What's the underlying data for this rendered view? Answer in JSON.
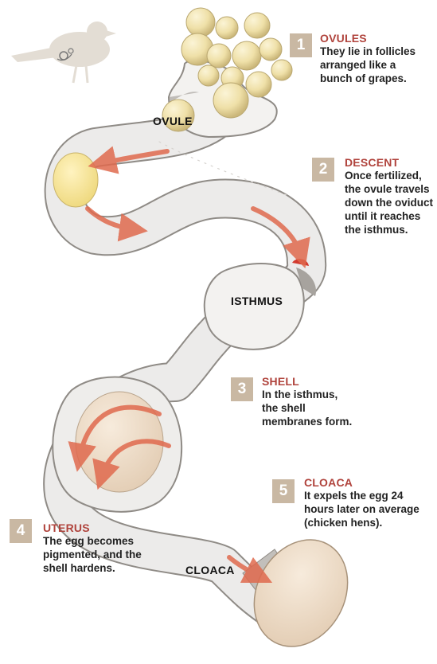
{
  "steps": [
    {
      "number": "1",
      "title": "OVULES",
      "body": [
        "They lie in follicles",
        "arranged like a",
        "bunch of grapes."
      ]
    },
    {
      "number": "2",
      "title": "DESCENT",
      "body": [
        "Once fertilized,",
        "the ovule travels",
        "down the oviduct",
        "until it reaches",
        "the isthmus."
      ]
    },
    {
      "number": "3",
      "title": "SHELL",
      "body": [
        "In the isthmus,",
        "the shell",
        "membranes form."
      ]
    },
    {
      "number": "4",
      "title": "UTERUS",
      "body": [
        "The egg becomes",
        "pigmented, and the",
        "shell hardens."
      ]
    },
    {
      "number": "5",
      "title": "CLOACA",
      "body": [
        "It expels the egg 24",
        "hours later on average",
        "(chicken hens)."
      ]
    }
  ],
  "labels": {
    "ovule": "OVULE",
    "isthmus": "ISTHMUS",
    "cloaca": "CLOACA"
  },
  "colors": {
    "accent": "#b0433c",
    "badge": "#c9b8a3",
    "arrow": "#e06a4e",
    "tube": "#ecebea",
    "egg": "#f1dfca"
  }
}
